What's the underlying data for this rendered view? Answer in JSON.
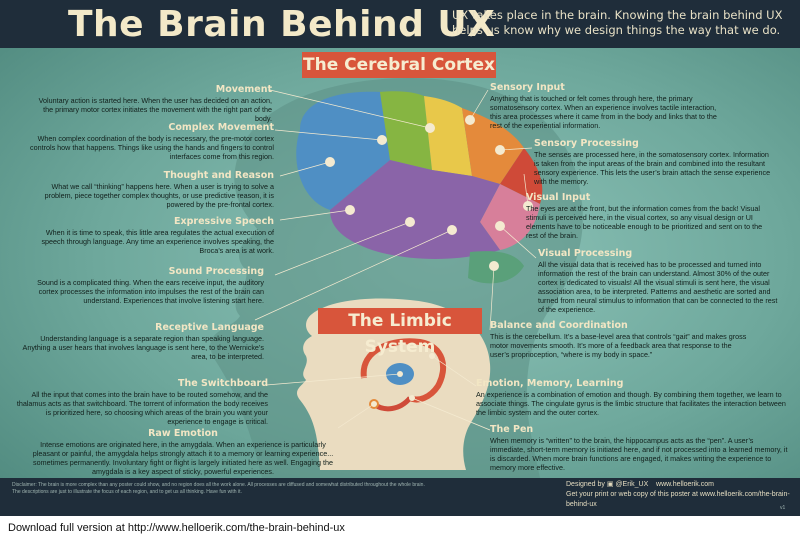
{
  "header": {
    "title": "The Brain Behind UX",
    "subtitle": "UX takes place in the brain. Knowing the brain behind UX helps us know why we design things the way that we do."
  },
  "banners": {
    "cortex": "The Cerebral Cortex",
    "limbic": "The Limbic System"
  },
  "left_sections": [
    {
      "title": "Movement",
      "text": "Voluntary action is started here. When the user has decided on an action, the primary motor cortex initiates the movement with the right part of the body."
    },
    {
      "title": "Complex Movement",
      "text": "When complex coordination of the body is necessary, the pre-motor cortex controls how that happens. Things like using the hands and fingers to control interfaces come from this region."
    },
    {
      "title": "Thought and Reason",
      "text": "What we call “thinking” happens here. When a user is trying to solve a problem, piece together complex thoughts, or use predictive reason, it is powered by the pre-frontal cortex."
    },
    {
      "title": "Expressive Speech",
      "text": "When it is time to speak, this little area regulates the actual execution of speech through language. Any time an experience involves speaking, the Broca’s area is at work."
    },
    {
      "title": "Sound Processing",
      "text": "Sound is a complicated thing. When the ears receive input, the auditory cortex processes the information into impulses the rest of the brain can understand. Experiences that involve listening start here."
    },
    {
      "title": "Receptive Language",
      "text": "Understanding language is a separate region than speaking language. Anything a user hears that involves language is sent here, to the Wernicke’s area, to be interpreted."
    },
    {
      "title": "The Switchboard",
      "text": "All the input that comes into the brain have to be routed somehow, and the thalamus acts as that switchboard. The torrent of information the body receives is prioritized here, so choosing which areas of the brain you want your experience to engage is critical."
    },
    {
      "title": "Raw Emotion",
      "text": "Intense emotions are originated here, in the amygdala. When an experience is particularly pleasant or painful, the amygdala helps strongly attach it to a memory or learning experience... sometimes permanently. Involuntary fight or flight is largely initiated here as well. Engaging the amygdala is a key aspect of sticky, powerful experiences."
    }
  ],
  "right_sections": [
    {
      "title": "Sensory Input",
      "text": "Anything that is touched or felt comes through here, the primary somatosensory cortex. When an experience involves tactile interaction, this area processes where it came from in the body and links that to the rest of the experiential information."
    },
    {
      "title": "Sensory Processing",
      "text": "The senses are processed here, in the somatosensory cortex. Information is taken from the input areas of the brain and combined into the resultant sensory experience. This lets the user’s brain attach the sense experience with the memory."
    },
    {
      "title": "Visual Input",
      "text": "The eyes are at the front, but the information comes from the back! Visual stimuli is perceived here, in the visual cortex, so any visual design or UI elements have to be noticeable enough to be prioritized and sent on to the rest of the brain."
    },
    {
      "title": "Visual Processing",
      "text": "All the visual data that is received has to be processed and turned into information the rest of the brain can understand. Almost 30% of the outer cortex is dedicated to visuals! All the visual stimuli is sent here, the visual association area, to be interpreted. Patterns and aesthetic are sorted and turned from neural stimulus to information that can be connected to the rest of the experience."
    },
    {
      "title": "Balance and Coordination",
      "text": "This is the cerebellum. It’s a base-level area that controls “gait” and makes gross motor movements smooth. It’s more of a feedback area that response to the user’s proprioception, “where is my body in space.”"
    },
    {
      "title": "Emotion, Memory, Learning",
      "text": "An experience is a combination of emotion and though. By combining them together, we learn to associate things. The cingulate gyrus is the limbic structure that facilitates the interaction between the limbic system and the outer cortex."
    },
    {
      "title": "The Pen",
      "text": "When memory is “written” to the brain, the hippocampus acts as the “pen”. A user’s immediate, short-term memory is initiated here, and if not processed into a learned memory, it is discarded. When more brain functions are engaged, it makes writing the experience to memory more effective."
    }
  ],
  "footer": {
    "disclaimer": "Disclaimer: The brain is more complex than any poster could show, and no region does all the work alone. All processes are diffused and somewhat distributed throughout the whole brain. The descriptions are just to illustrate the focus of each region, and to get us all thinking. Have fun with it.",
    "designed_by": "Designed by",
    "handle": "@Erik_UX",
    "site": "www.helloerik.com",
    "print_note": "Get your print or web copy of this poster at www.helloerik.com/the-brain-behind-ux",
    "version": "v1"
  },
  "caption": "Download full version at http://www.helloerik.com/the-brain-behind-ux",
  "colors": {
    "header_bg": "#1f2d3a",
    "banner_red": "#d8553b",
    "poster_teal": "#7db5aa",
    "region_blue": "#4f8fc4",
    "region_green": "#86b542",
    "region_yellow": "#e8c84a",
    "region_orange": "#e48a3b",
    "region_red": "#cf4a38",
    "region_purple": "#8a64a8",
    "region_pink": "#d77f9a"
  }
}
